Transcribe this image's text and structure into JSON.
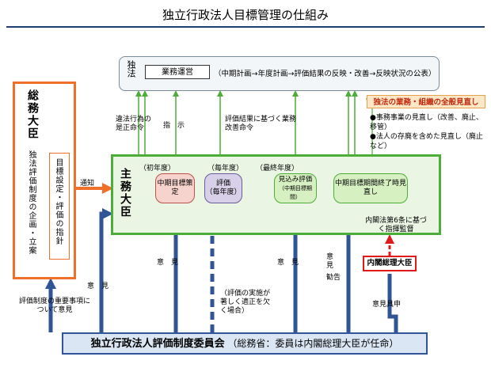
{
  "title": "独立行政法人目標管理の仕組み",
  "corporation": {
    "label": "独法",
    "operations_box": "業務運営",
    "flow": "（中期計画→年度計画→評価結果の反映・改善→反映状況の公表）"
  },
  "minister": {
    "title": "総務大臣",
    "left_text": "独法評価制度の企画・立案",
    "inner_text": "目標設定・評価の指針",
    "notify": "通知"
  },
  "shumu": {
    "label": "主務大臣",
    "year_first": "（初年度）",
    "year_each": "（毎年度）",
    "year_final": "（最終年度）",
    "step1": "中期目標策定",
    "step2_main": "評価",
    "step2_sub": "（毎年度）",
    "step3_main": "見込み評価",
    "step3_sub": "（中期目標期間）",
    "step4": "中期目標期間終了時見直し"
  },
  "top_arrows": {
    "correction": "違法行為の是正命令",
    "instruction": "指　示",
    "improvement": "評価結果に基づく業務改善命令"
  },
  "right_panel": {
    "heading": "独法の業務・組織の全般見直し",
    "bullet1": "●事務事業の見直し（改善、廃止、移管）",
    "bullet2": "●法人の存廃を含めた見直し（廃止など）"
  },
  "naikaku": {
    "supervision": "内閣法第6条に基づく指揮監督",
    "box": "内閣総理大臣",
    "opinion_apply": "意見具申"
  },
  "committee_arrows": {
    "opinion": "意　見",
    "opinion_kankoku_1": "意　見",
    "opinion_kankoku_2": "勧告",
    "dashed_note": "（評価の実施が著しく適正を欠く場合）",
    "important_matters": "評価制度の重要事項について意見",
    "opinion_left": "意　見"
  },
  "committee": {
    "name": "独立行政法人評価制度委員会",
    "note": "（総務省：委員は内閣総理大臣が任命）"
  },
  "colors": {
    "green": "#4cae38",
    "orange": "#f0702a",
    "blue": "#2f5597",
    "red": "#e01a1a"
  }
}
